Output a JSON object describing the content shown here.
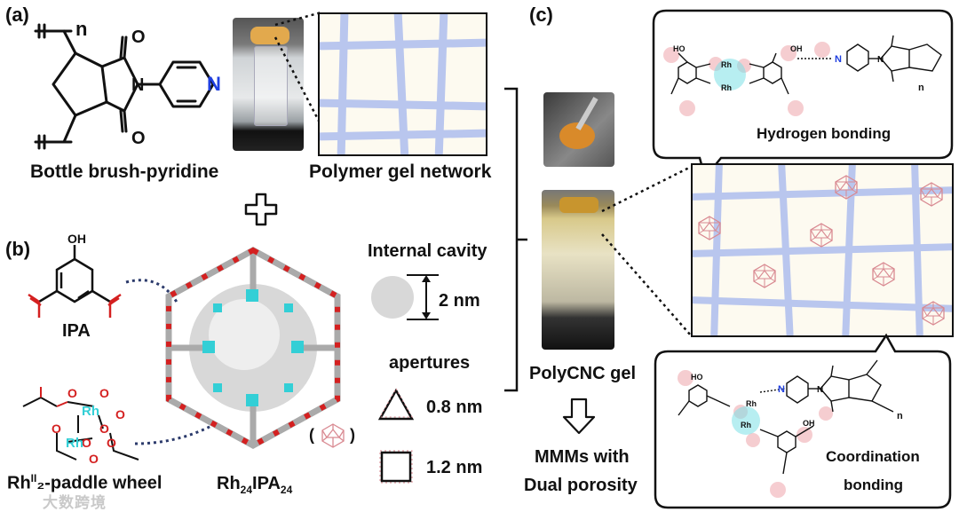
{
  "panels": {
    "a": "(a)",
    "b": "(b)",
    "c": "(c)"
  },
  "panel_a": {
    "polymer_n": "n",
    "pyridine_N": "N",
    "title": "Bottle brush-pyridine",
    "network_title": "Polymer gel network"
  },
  "panel_b": {
    "ipa_oh": "OH",
    "ipa_label": "IPA",
    "rh_top": "Rh",
    "rh_bottom": "Rh",
    "paddle_prefix": "Rh",
    "paddle_sup": "II",
    "paddle_suffix": "₂-paddle wheel",
    "mop_prefix": "Rh",
    "mop_sub1": "24",
    "mop_mid": "IPA",
    "mop_sub2": "24",
    "cavity_title": "Internal cavity",
    "cavity_size": "2 nm",
    "apertures_title": "apertures",
    "aperture_tri": "0.8 nm",
    "aperture_sq": "1.2 nm",
    "paren_open": "(",
    "paren_close": ")"
  },
  "panel_c": {
    "gel_label": "PolyCNC gel",
    "result_line1": "MMMs with",
    "result_line2": "Dual porosity",
    "hbond_label": "Hydrogen bonding",
    "coord_label_1": "Coordination",
    "coord_label_2": "bonding",
    "mol_HO": "HO",
    "mol_OH": "OH",
    "mol_N": "N",
    "mol_Rh": "Rh",
    "mol_n": "n"
  },
  "watermark": "大数跨境",
  "colors": {
    "fiber": "#b9c6ee",
    "gel_bg": "#fdfaf0",
    "cavity_gray": "#d8d8d8",
    "pink": "#d98a92",
    "red": "#d42020",
    "cyan": "#33cfd6",
    "blue_N": "#1f3fe0"
  }
}
